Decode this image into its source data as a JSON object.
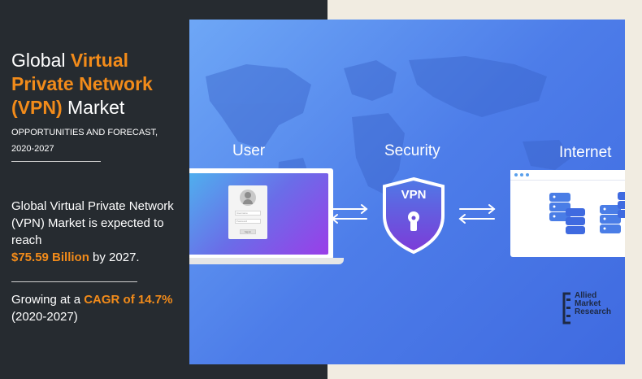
{
  "title": {
    "word1": "Global",
    "word2": "Virtual",
    "line2": "Private Network",
    "acronym": "(VPN)",
    "word_end": "Market"
  },
  "subtitle": {
    "line1": "OPPORTUNITIES AND FORECAST,",
    "line2": "2020-2027"
  },
  "summary": {
    "text": "Global Virtual Private Network (VPN) Market is expected to reach",
    "value": "$75.59 Billion",
    "suffix": "by 2027."
  },
  "growth": {
    "prefix": "Growing at a",
    "cagr": "CAGR of 14.7%",
    "period": "(2020-2027)"
  },
  "illustration": {
    "label_user": "User",
    "label_security": "Security",
    "label_internet": "Internet",
    "shield_label": "VPN",
    "login_field1": "Username",
    "login_field2": "Password",
    "login_button": "Signin"
  },
  "logo": {
    "line1": "Allied",
    "line2": "Market",
    "line3": "Research"
  },
  "colors": {
    "accent": "#f28b1a",
    "panel": "#262b30",
    "card_light": "#6ea7f6",
    "card_dark": "#3f6ae0",
    "shield": "#7d3bd8"
  },
  "icons": [
    "user-avatar-icon",
    "swap-arrows-icon",
    "shield-lock-icon",
    "database-icon"
  ]
}
